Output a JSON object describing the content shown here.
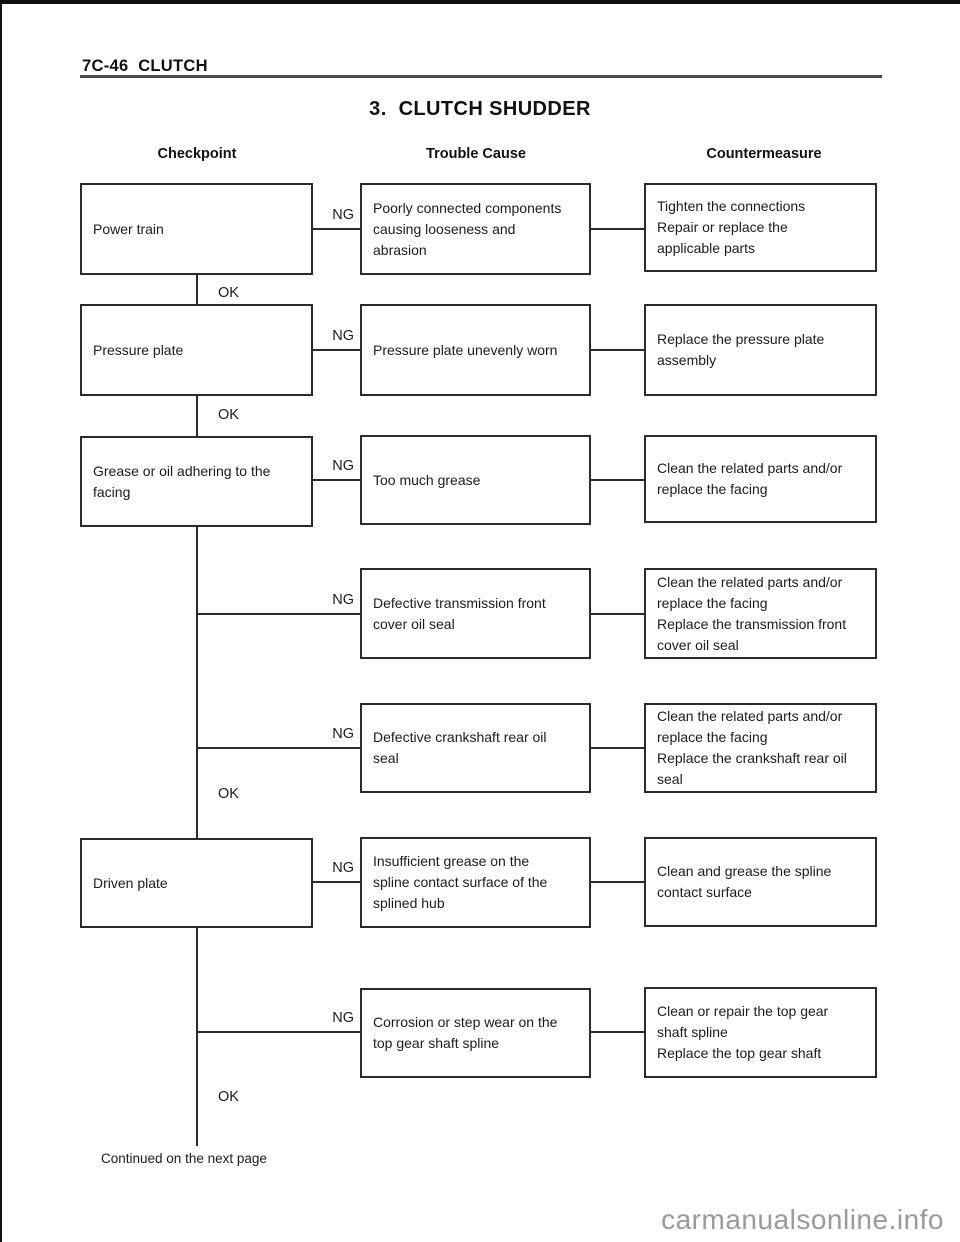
{
  "page": {
    "page_header": "7C-46  CLUTCH",
    "title": "3.  CLUTCH SHUDDER",
    "column_headers": [
      "Checkpoint",
      "Trouble Cause",
      "Countermeasure"
    ],
    "footer_note": "Continued on the next page",
    "watermark": "carmanualsonline.info"
  },
  "labels": {
    "ng": "NG",
    "ok": "OK"
  },
  "colors": {
    "box_border": "#2b2b2b",
    "text": "#1c1c1c",
    "header_rule": "#4a4a4a",
    "watermark": "#9a9a9a",
    "page_edge": "#111111"
  },
  "flowchart": {
    "rows": [
      {
        "checkpoint": "Power train",
        "trouble": "Poorly connected components\ncausing looseness and\nabrasion",
        "countermeasure": "Tighten the connections\nRepair or replace the\napplicable parts",
        "result": "NG",
        "ok_after": "OK"
      },
      {
        "checkpoint": "Pressure plate",
        "trouble": "Pressure plate unevenly worn",
        "countermeasure": "Replace the pressure plate\nassembly",
        "result": "NG",
        "ok_after": "OK"
      },
      {
        "checkpoint": "Grease or oil adhering to the\nfacing",
        "trouble": "Too much grease",
        "countermeasure": "Clean the related parts and/or\nreplace the facing",
        "result": "NG",
        "ok_after": ""
      },
      {
        "checkpoint": null,
        "trouble": "Defective transmission front\ncover oil seal",
        "countermeasure": "Clean the related parts and/or\nreplace the facing\nReplace the transmission front\ncover oil seal",
        "result": "NG",
        "ok_after": ""
      },
      {
        "checkpoint": null,
        "trouble": "Defective crankshaft rear oil\nseal",
        "countermeasure": "Clean the related parts and/or\nreplace the facing\nReplace the crankshaft rear oil\nseal",
        "result": "NG",
        "ok_after": "OK"
      },
      {
        "checkpoint": "Driven plate",
        "trouble": "Insufficient grease on the\nspline contact surface of the\nsplined hub",
        "countermeasure": "Clean and grease the spline\ncontact surface",
        "result": "NG",
        "ok_after": ""
      },
      {
        "checkpoint": null,
        "trouble": "Corrosion or step wear on the\ntop gear shaft spline",
        "countermeasure": "Clean or repair the top gear\nshaft spline\nReplace the top gear shaft",
        "result": "NG",
        "ok_after": "OK"
      }
    ]
  }
}
